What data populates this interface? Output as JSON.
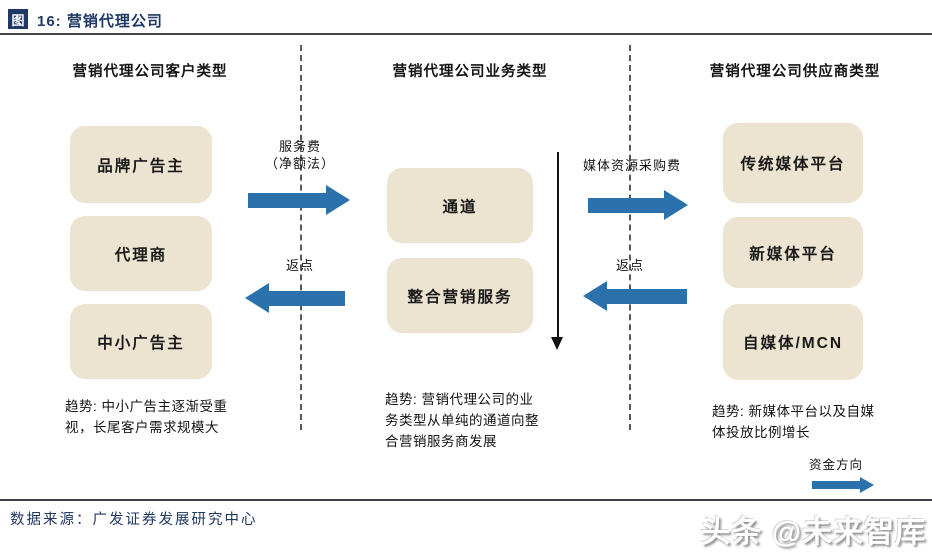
{
  "figure": {
    "marker": "图",
    "title": "16:  营销代理公司"
  },
  "columns": [
    {
      "header": "营销代理公司客户类型",
      "boxes": [
        "品牌广告主",
        "代理商",
        "中小广告主"
      ],
      "trend": "趋势: 中小广告主逐渐受重\n视，长尾客户需求规模大"
    },
    {
      "header": "营销代理公司业务类型",
      "boxes": [
        "通道",
        "整合营销服务"
      ],
      "trend": "趋势: 营销代理公司的业\n务类型从单纯的通道向整\n合营销服务商发展"
    },
    {
      "header": "营销代理公司供应商类型",
      "boxes": [
        "传统媒体平台",
        "新媒体平台",
        "自媒体/MCN"
      ],
      "trend": "趋势: 新媒体平台以及自媒\n体投放比例增长"
    }
  ],
  "flows": {
    "customer_to_agency": "服务费\n（净额法）",
    "agency_to_customer": "返点",
    "agency_to_supplier": "媒体资源采购费",
    "supplier_to_agency": "返点"
  },
  "legend": {
    "fund_direction": "资金方向"
  },
  "footer": {
    "source": "数据来源：广发证券发展研究中心",
    "watermark": "头条 @未来智库"
  },
  "colors": {
    "accent_navy": "#1f3864",
    "arrow_blue": "#2b72ad",
    "box_cream": "#ece3d1"
  }
}
